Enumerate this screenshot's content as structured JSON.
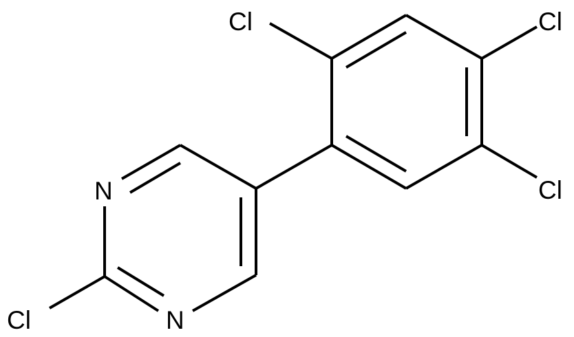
{
  "molecule": {
    "atoms": {
      "cl_top_left": "Cl",
      "cl_top_right": "Cl",
      "cl_right": "Cl",
      "cl_bottom_left": "Cl",
      "n_upper": "N",
      "n_lower": "N"
    }
  }
}
